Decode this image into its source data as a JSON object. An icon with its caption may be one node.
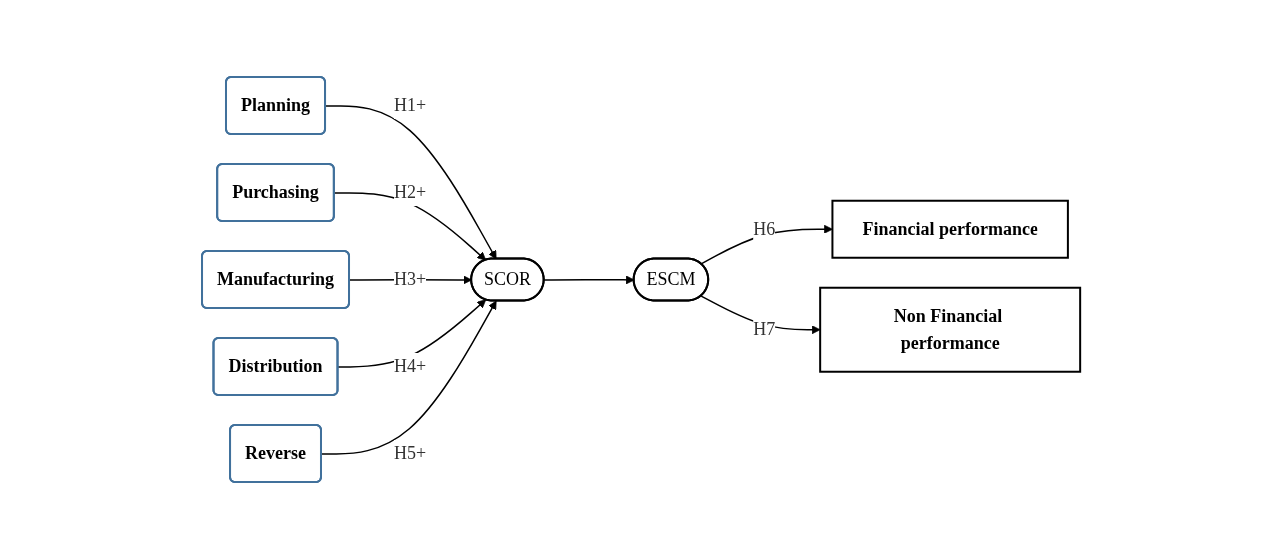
{
  "diagram": {
    "nodes": [
      {
        "text": [
          "Planning"
        ]
      },
      {
        "text": [
          "Purchasing"
        ]
      },
      {
        "text": [
          "Manufacturing"
        ]
      },
      {
        "text": [
          "Distribution"
        ]
      },
      {
        "text": [
          "Reverse"
        ]
      },
      {
        "text": [
          "SCOR"
        ]
      },
      {
        "text": [
          "ESCM"
        ]
      },
      {
        "text": [
          "Financial performance"
        ]
      },
      {
        "text": [
          "Non Financial performance"
        ]
      }
    ],
    "edges": [
      {
        "from": 0,
        "to": 5,
        "arrow": "to",
        "label": "H1+"
      },
      {
        "from": 1,
        "to": 5,
        "arrow": "to",
        "label": "H2+"
      },
      {
        "from": 2,
        "to": 5,
        "arrow": "to",
        "label": "H3+"
      },
      {
        "from": 3,
        "to": 5,
        "arrow": "to",
        "label": "H4+"
      },
      {
        "from": 4,
        "to": 5,
        "arrow": "to",
        "label": "H5+"
      },
      {
        "from": 5,
        "to": 6,
        "arrow": "to"
      },
      {
        "from": 6,
        "to": 7,
        "arrow": "to",
        "label": "H6"
      },
      {
        "from": 6,
        "to": 8,
        "arrow": "to",
        "label": "H7"
      }
    ]
  }
}
